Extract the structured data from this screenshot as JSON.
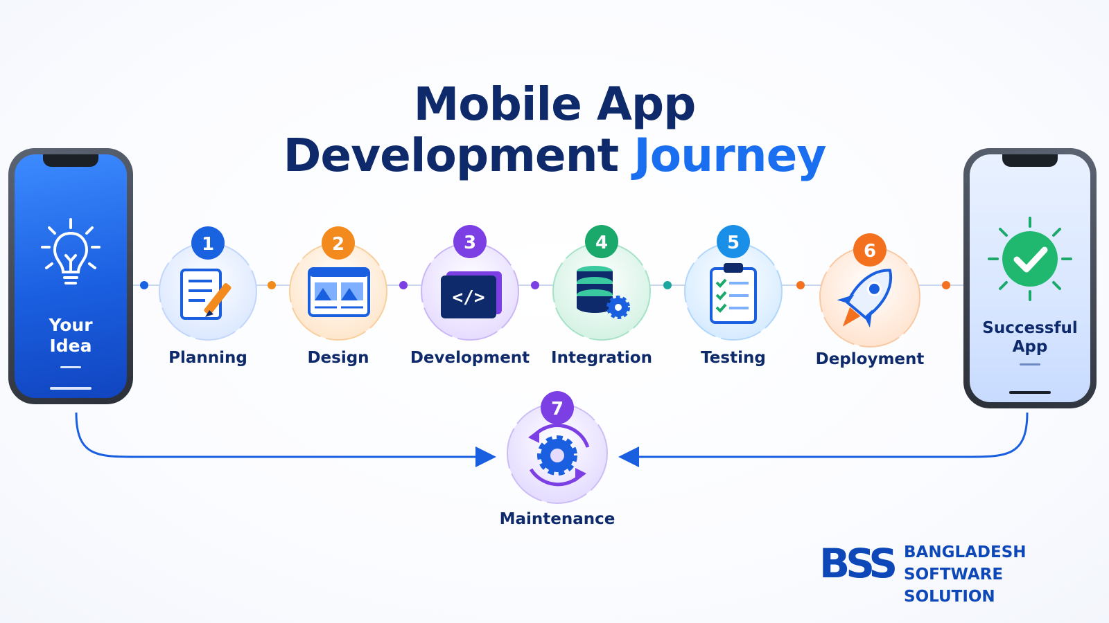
{
  "title": {
    "line1": "Mobile App",
    "line2_main": "Development",
    "line2_accent": "Journey"
  },
  "start": {
    "label_line1": "Your",
    "label_line2": "Idea",
    "icon": "lightbulb-icon"
  },
  "end": {
    "label_line1": "Successful",
    "label_line2": "App",
    "icon": "checkmark-badge-icon"
  },
  "steps": [
    {
      "number": "1",
      "label": "Planning",
      "icon": "document-pencil-icon",
      "color": "#1a63e0"
    },
    {
      "number": "2",
      "label": "Design",
      "icon": "layout-images-icon",
      "color": "#f28a1e"
    },
    {
      "number": "3",
      "label": "Development",
      "icon": "code-window-icon",
      "color": "#7b3fe4"
    },
    {
      "number": "4",
      "label": "Integration",
      "icon": "database-gear-icon",
      "color": "#1aa86b"
    },
    {
      "number": "5",
      "label": "Testing",
      "icon": "clipboard-checklist-icon",
      "color": "#1a8fe8"
    },
    {
      "number": "6",
      "label": "Deployment",
      "icon": "rocket-icon",
      "color": "#f2701e"
    },
    {
      "number": "7",
      "label": "Maintenance",
      "icon": "gear-cycle-icon",
      "color": "#7b3fe4"
    }
  ],
  "brand": {
    "mark": "BSS",
    "name_line1": "BANGLADESH",
    "name_line2": "SOFTWARE SOLUTION",
    "color": "#0d47b8"
  }
}
